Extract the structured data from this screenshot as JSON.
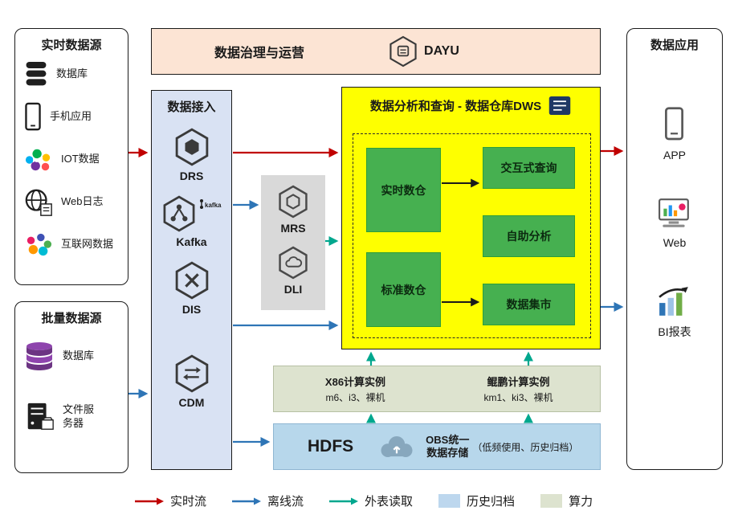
{
  "colors": {
    "realtime_flow": "#c00000",
    "offline_flow": "#2e75b6",
    "external_read": "#00a78e",
    "history_archive": "#bdd7ee",
    "compute_power": "#dde3cf",
    "dws_background": "#feff00",
    "warehouse_green": "#46b050"
  },
  "governance": {
    "title": "数据治理与运营",
    "product_name": "DAYU"
  },
  "realtime_sources": {
    "title": "实时数据源",
    "items": [
      {
        "label": "数据库",
        "icon": "database-icon"
      },
      {
        "label": "手机应用",
        "icon": "phone-icon"
      },
      {
        "label": "IOT数据",
        "icon": "iot-icon"
      },
      {
        "label": "Web日志",
        "icon": "globe-icon"
      },
      {
        "label": "互联网数据",
        "icon": "internet-icon"
      }
    ]
  },
  "batch_sources": {
    "title": "批量数据源",
    "items": [
      {
        "label": "数据库",
        "icon": "database-purple-icon"
      },
      {
        "label": "文件服务器",
        "icon": "file-server-icon"
      }
    ]
  },
  "ingestion": {
    "title": "数据接入",
    "services": [
      {
        "name": "DRS"
      },
      {
        "name": "Kafka",
        "logo_text": "kafka"
      },
      {
        "name": "DIS"
      },
      {
        "name": "CDM"
      }
    ]
  },
  "processing": {
    "services": [
      {
        "name": "MRS"
      },
      {
        "name": "DLI"
      }
    ]
  },
  "dws": {
    "title": "数据分析和查询 - 数据仓库DWS",
    "warehouses": [
      {
        "name": "实时数仓"
      },
      {
        "name": "标准数仓"
      }
    ],
    "capabilities": [
      {
        "name": "交互式查询"
      },
      {
        "name": "自助分析"
      },
      {
        "name": "数据集市"
      }
    ]
  },
  "compute": {
    "x86": {
      "title": "X86计算实例",
      "instances": "m6、i3、裸机"
    },
    "kunpeng": {
      "title": "鲲鹏计算实例",
      "instances": "km1、ki3、裸机"
    }
  },
  "storage": {
    "hdfs_label": "HDFS",
    "obs_line1": "OBS统一",
    "obs_line2": "数据存储",
    "obs_note": "（低频使用、历史归档）"
  },
  "applications": {
    "title": "数据应用",
    "items": [
      {
        "label": "APP"
      },
      {
        "label": "Web"
      },
      {
        "label": "BI报表"
      }
    ]
  },
  "legend": {
    "realtime": "实时流",
    "offline": "离线流",
    "external": "外表读取",
    "archive": "历史归档",
    "compute": "算力"
  }
}
